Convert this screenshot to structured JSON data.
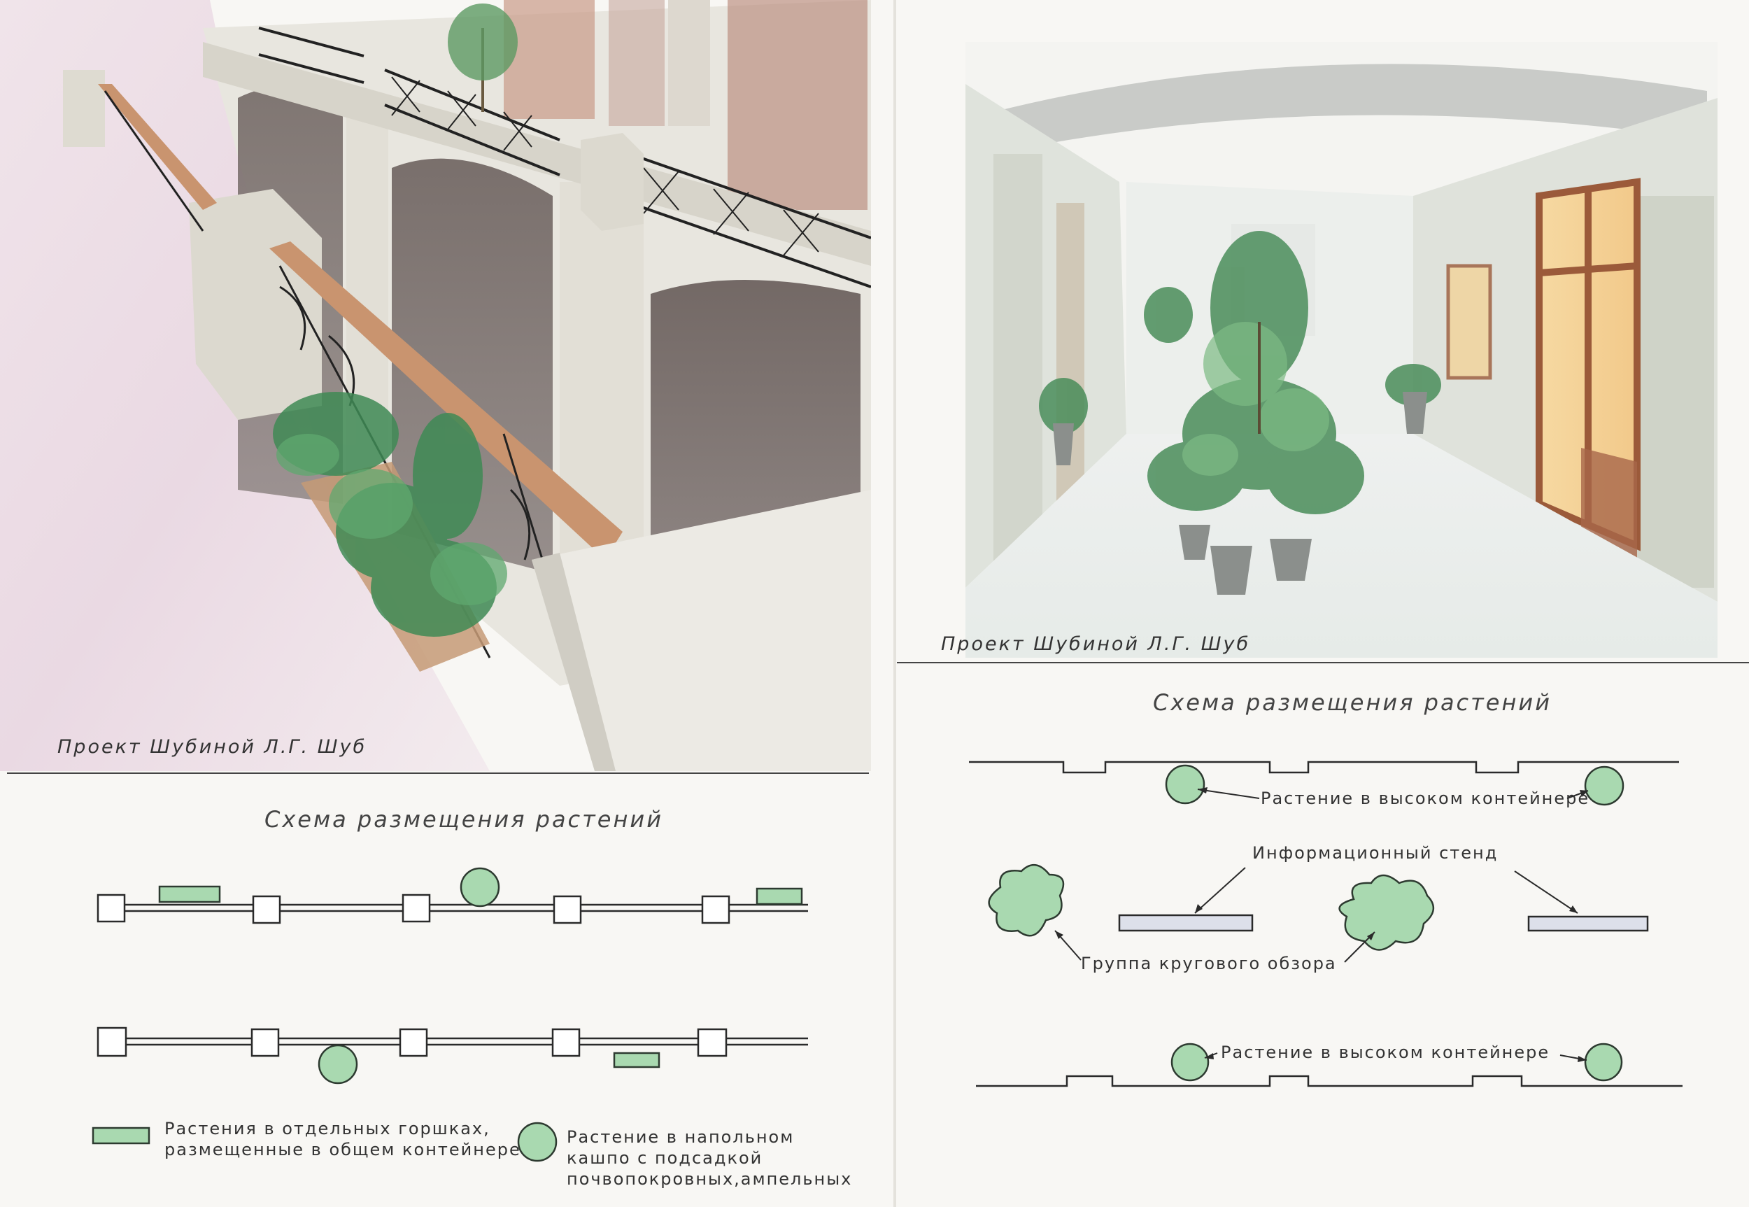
{
  "left_sheet": {
    "author": "Проект Шубиной Л.Г. Шуб",
    "scheme_title": "Схема размещения растений",
    "legend": {
      "container_item": "Растения в отдельных горшках,\nразмещенные в общем контейнере",
      "floor_pot_item": "Растение в напольном\nкашпо с подсадкой\nпочвопокровных,ампельных"
    }
  },
  "right_sheet": {
    "author": "Проект Шубиной Л.Г. Шуб",
    "scheme_title": "Схема размещения растений",
    "labels": {
      "tall_container_top": "Растение в высоком контейнере",
      "info_stand": "Информационный стенд",
      "circular_group": "Группа кругового обзора",
      "tall_container_bottom": "Растение в высоком контейнере"
    }
  },
  "colors": {
    "plant_fill": "#a9d9b0",
    "plant_stroke": "#2d3a30",
    "stand_fill": "#dde0ea",
    "ink": "#2a2a2a"
  }
}
